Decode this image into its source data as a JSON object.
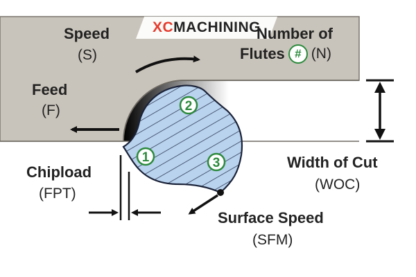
{
  "brand": {
    "prefix": "XC",
    "name": "MACHINING",
    "accent": "#e53d2e"
  },
  "labels": {
    "speed": "Speed",
    "speed_abbr": "(S)",
    "flutes": "Number of",
    "flutes_line2": "Flutes",
    "flutes_symbol": "#",
    "flutes_abbr": "(N)",
    "feed": "Feed",
    "feed_abbr": "(F)",
    "chipload": "Chipload",
    "chipload_abbr": "(FPT)",
    "woc": "Width of Cut",
    "woc_abbr": "(WOC)",
    "sfm": "Surface Speed",
    "sfm_abbr": "(SFM)"
  },
  "flutes": [
    "1",
    "2",
    "3"
  ],
  "colors": {
    "workpiece": "#c9c4bb",
    "tool_fill": "#b9d2ee",
    "flute_badge": "#2c8a3c"
  }
}
